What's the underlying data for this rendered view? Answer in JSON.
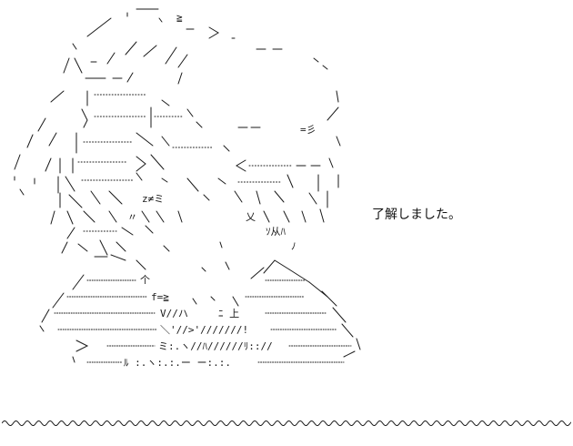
{
  "message": {
    "text": "了解しました。"
  },
  "art": {
    "embedded_glyphs": {
      "top_mark": "≧",
      "brow_mark": "=彡",
      "mid_mark": "z≠ミ",
      "wave_mark": "〃",
      "jaw_mark": "乂",
      "jaw_mark_2": "ｿ从ﾊ",
      "chin_mark": "ﾉ",
      "collar_left": "个",
      "collar_eq": "f=≧",
      "collar_v": "V//ハ",
      "collar_mid": "ﾆ 上",
      "collar_slash": "＼'//>'///////!",
      "bottom_mark": "ミ:.ヽ//ﾊ//////ﾘ:://",
      "bottom_mark_2": "ﾙ :.ヽ:.:.ー ー:.:."
    }
  },
  "divider": {
    "style": "tilde-rule"
  }
}
